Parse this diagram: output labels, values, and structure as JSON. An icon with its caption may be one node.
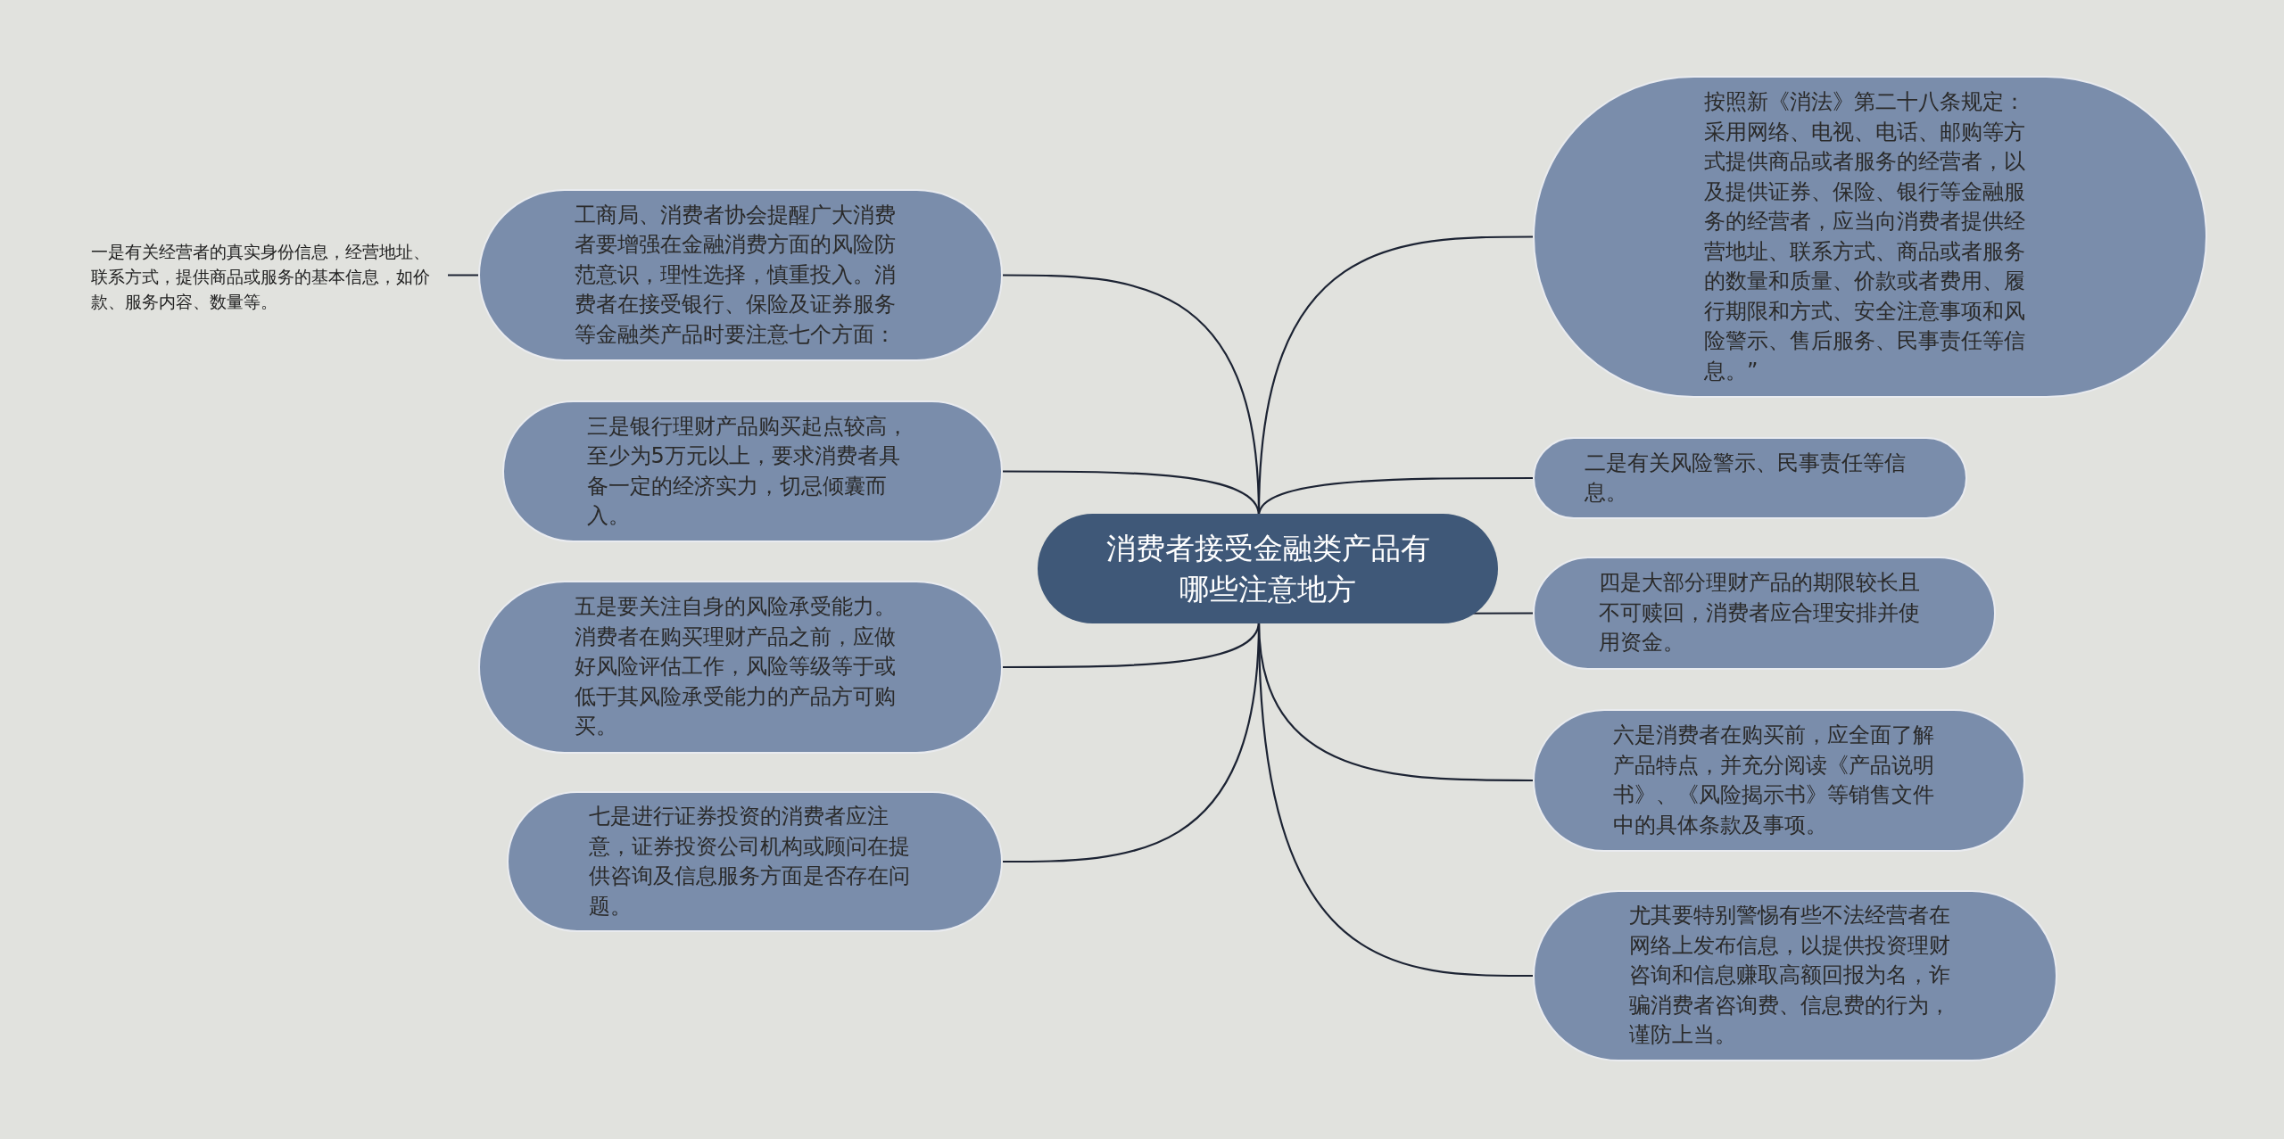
{
  "diagram": {
    "nodes": [
      {
        "text": [
          "消费者接受金融类产品有哪些注意地方"
        ]
      },
      {
        "text": [
          "工商局、消费者协会提醒广大消费者要增强在金融消费方面的风险防范意识，理性选择，慎重投入。消费者在接受银行、保险及证券服务等金融类产品时要注意七个方面："
        ]
      },
      {
        "text": [
          "一是有关经营者的真实身份信息，经营地址、联系方式，提供商品或服务的基本信息，如价款、服务内容、数量等。"
        ]
      },
      {
        "text": [
          "三是银行理财产品购买起点较高，至少为5万元以上，要求消费者具备一定的经济实力，切忌倾囊而入。"
        ]
      },
      {
        "text": [
          "五是要关注自身的风险承受能力。消费者在购买理财产品之前，应做好风险评估工作，风险等级等于或低于其风险承受能力的产品方可购买。"
        ]
      },
      {
        "text": [
          "七是进行证券投资的消费者应注意，证券投资公司机构或顾问在提供咨询及信息服务方面是否存在问题。"
        ]
      },
      {
        "text": [
          "按照新《消法》第二十八条规定：采用网络、电视、电话、邮购等方式提供商品或者服务的经营者，以及提供证券、保险、银行等金融服务的经营者，应当向消费者提供经营地址、联系方式、商品或者服务的数量和质量、价款或者费用、履行期限和方式、安全注意事项和风险警示、售后服务、民事责任等信息。”"
        ]
      },
      {
        "text": [
          "二是有关风险警示、民事责任等信息。"
        ]
      },
      {
        "text": [
          "四是大部分理财产品的期限较长且不可赎回，消费者应合理安排并使用资金。"
        ]
      },
      {
        "text": [
          "六是消费者在购买前，应全面了解产品特点，并充分阅读《产品说明书》、《风险揭示书》等销售文件中的具体条款及事项。"
        ]
      },
      {
        "text": [
          "尤其要特别警惕有些不法经营者在网络上发布信息，以提供投资理财咨询和信息赚取高额回报为名，诈骗消费者咨询费、信息费的行为，谨防上当。"
        ]
      }
    ],
    "edges": [
      {
        "from": 0,
        "to": 1,
        "arrow": "none"
      },
      {
        "from": 1,
        "to": 2,
        "arrow": "none"
      },
      {
        "from": 0,
        "to": 3,
        "arrow": "none"
      },
      {
        "from": 0,
        "to": 4,
        "arrow": "none"
      },
      {
        "from": 0,
        "to": 5,
        "arrow": "none"
      },
      {
        "from": 0,
        "to": 6,
        "arrow": "none"
      },
      {
        "from": 0,
        "to": 7,
        "arrow": "none"
      },
      {
        "from": 0,
        "to": 8,
        "arrow": "none"
      },
      {
        "from": 0,
        "to": 9,
        "arrow": "none"
      },
      {
        "from": 0,
        "to": 10,
        "arrow": "none"
      }
    ]
  }
}
